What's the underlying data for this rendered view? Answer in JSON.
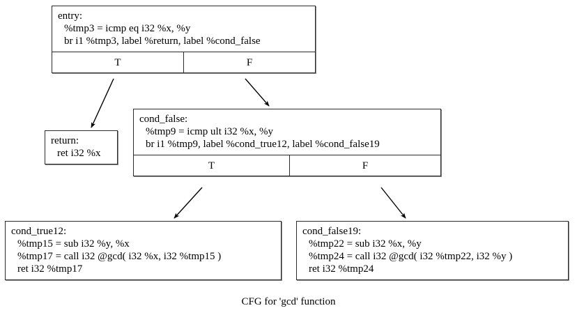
{
  "graph": {
    "caption": "CFG for 'gcd' function",
    "colors": {
      "background": "#ffffff",
      "border": "#2b2b2b",
      "text": "#000000",
      "edge": "#000000"
    },
    "nodes": [
      {
        "id": "entry",
        "label": "entry:",
        "instructions": [
          "%tmp3 = icmp eq i32 %x, %y",
          "br i1 %tmp3, label %return, label %cond_false"
        ],
        "ports": [
          "T",
          "F"
        ]
      },
      {
        "id": "return",
        "label": "return:",
        "instructions": [
          "ret i32 %x"
        ],
        "ports": []
      },
      {
        "id": "cond_false",
        "label": "cond_false:",
        "instructions": [
          "%tmp9 = icmp ult i32 %x, %y",
          "br i1 %tmp9, label %cond_true12, label %cond_false19"
        ],
        "ports": [
          "T",
          "F"
        ]
      },
      {
        "id": "cond_true12",
        "label": "cond_true12:",
        "instructions": [
          "%tmp15 = sub i32 %y, %x",
          "%tmp17 = call i32 @gcd( i32 %x, i32 %tmp15 )",
          "ret i32 %tmp17"
        ],
        "ports": []
      },
      {
        "id": "cond_false19",
        "label": "cond_false19:",
        "instructions": [
          "%tmp22 = sub i32 %x, %y",
          "%tmp24 = call i32 @gcd( i32 %tmp22, i32 %y )",
          "ret i32 %tmp24"
        ],
        "ports": []
      }
    ],
    "edges": [
      {
        "id": "entry-T-to-return",
        "from": "entry",
        "port": "T",
        "to": "return"
      },
      {
        "id": "entry-F-to-cond-false",
        "from": "entry",
        "port": "F",
        "to": "cond_false"
      },
      {
        "id": "cond-false-T-to-cond-true12",
        "from": "cond_false",
        "port": "T",
        "to": "cond_true12"
      },
      {
        "id": "cond-false-F-to-cond-false19",
        "from": "cond_false",
        "port": "F",
        "to": "cond_false19"
      }
    ]
  }
}
